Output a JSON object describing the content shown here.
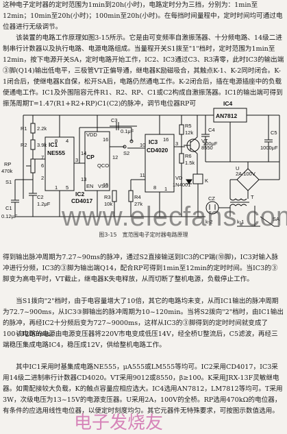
{
  "text": {
    "p1": "这种电子定时器的定时范围为1min到20h(小时)，电路定时分为三挡，分别为：1min至12min；10min至20h(小时)；100min至20h(小时)。在每挡时间量程中，定时时间均可通过电位器进行无级调节。\n　　该装置的电路工作原理如图3-15所示。它是由可变频率自激振荡器、十分频电路、14级二进制串行计数器以及执行电路、电源电路组成。当量程开关S1拨至\"1\"档时，定时范围为1min至12min，按下电源开关SA，定时电路开始工作，IC2、IC3通过C3、R3清零，此时IC3的输出端③脚(Q14)输出低电平，三极管VT正偏导通，继电器K励磁吸合，其触点K-1、K-2同时闭合。K-1闭合后，使继电器K自保，松开SA后，电路仍然通电工作。K-2闭合后，插在电源插座中的负载便通电工作。IC1及外围阻容元件R1、R2、RP、C1或C2构成自激振荡器。IC1的输出端可得到振荡周期T=1.47(R1+R2+RP)C1(C2)的脉冲，调节电位器RP可",
    "p2": "得到输出脉冲周期为7.27~90ms的脉冲，通过S2直接输送到IC3的CP端(⑩脚)，IC3对输入脉冲进行分频，IC3的③脚为输出端Q14，配合RP可得到1min至12min的定时时间。当IC3的③脚变为高电平时，VT截止，继电器K失电释放，从而切断了整机电源，负载停止工作。",
    "p3": "　　当S1拨向\"2\"档时，由于电容量增大了10倍，其它的电路均未变，从而IC1输出的脉冲周期为72.7~900ms，从IC3③脚输出的脉冲周期为10~120min。当将S2拨向\"2\"档时，由IC1输出的脉冲，再经IC2十分频后变为727~9000ms，这样从IC3的③脚得到的定时时间就变成了100~1200min。",
    "p4": "　　该电路的电源由电源变压器将220V市电变成低压14V，经全桥U整流后，C5滤波，再经三端稳压集成电路IC4，稳压成12V，供给整机电路工作。",
    "p5": "　　其中IC1采用时基集成电路NE555，μA555或LM555等均可。IC2采用CD4017，IC3采用14级二进制串行计数器CD4020。VT采用9012或8550，β≥100。K采用JRX-13F灵敏继电器。如需配接较大负载，K的触点容量应相应选大。IC4选用AN7812，LM7812等均可。T采用3W，次级电压为13~15V的电源变压器。U采用2A，100V的全桥。RP选用470kΩ的电位器，有条件的应选用线性电位器，以便定时刻度均匀。其它元器件无特殊要求，可按图示数值选用。"
  },
  "caption": "图3-15　宽范围电子定时器电路原理",
  "watermark_site": "www.elecfans.com",
  "watermark_cn": "电子发烧友",
  "schematic": {
    "ic1_name": "IC1",
    "ic1_part": "NE555",
    "ic2_name": "IC2",
    "ic2_part": "CD4017",
    "ic3_name": "IC3",
    "ic3_part": "CD4020",
    "ic4_name": "IC4",
    "ic4_part": "AN7812",
    "r1": "R1",
    "r1_val": "2.2k",
    "r2": "R2",
    "r2_val": "3.9k",
    "rp": "RP",
    "rp_val": "470k",
    "s1": "S1",
    "s2": "S2",
    "c1": "C1",
    "c1_val": "0.12μF",
    "c2": "C2",
    "c2_val": "1.2μF",
    "c3": "C3",
    "c3_val": "0.1μF",
    "r3": "R3",
    "r3_val": "10k",
    "r4": "R4",
    "r4_val": "27k",
    "r5": "R5",
    "r5_val": "12k",
    "r6": "R6",
    "r6_val": "1.5k",
    "vt": "VT",
    "vt_val": "8550",
    "vd": "VD",
    "vd_val": "1N4001",
    "k": "K",
    "c4": "C4",
    "c4_val": "100μF",
    "c5": "C5",
    "c5_val": "1000μF",
    "u": "U",
    "u_val": "2A.100V",
    "cz": "CZ",
    "t": "T",
    "sa": "SA",
    "k1": "k-1",
    "k2": "k-2",
    "vdd": "VDD",
    "vss": "VSS",
    "cp": "CP",
    "qco": "QCO",
    "en": "EN",
    "pin_labels": [
      "8",
      "4",
      "7",
      "6",
      "2",
      "3",
      "1",
      "5",
      "14",
      "16",
      "12",
      "13",
      "15",
      "10",
      "11",
      "8",
      "16",
      "1",
      "3"
    ]
  }
}
